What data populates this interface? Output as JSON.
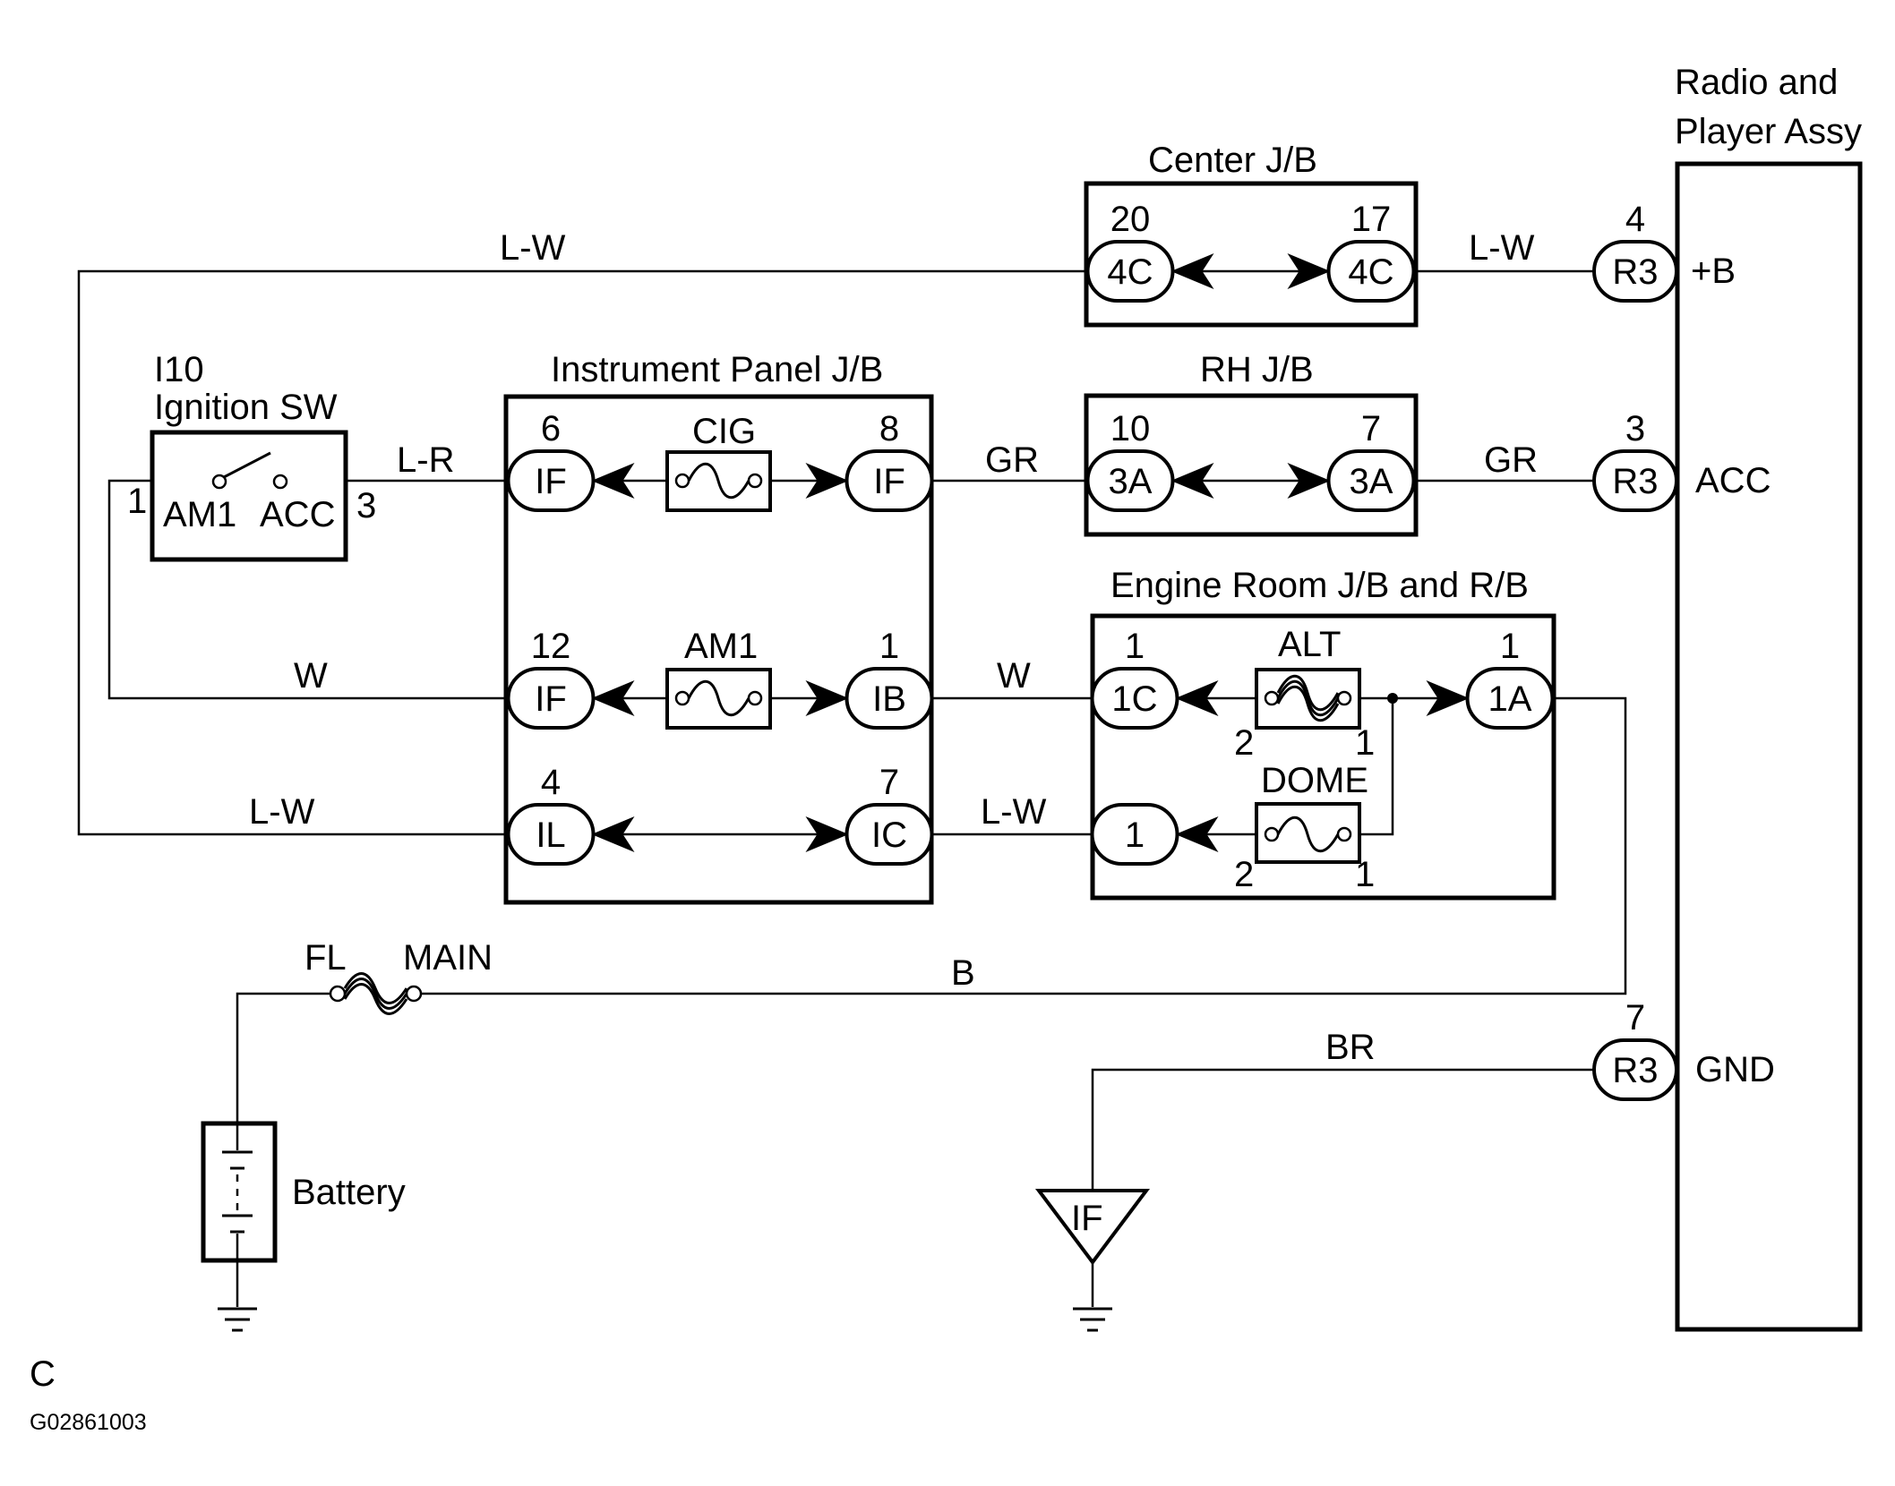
{
  "components": {
    "radio": {
      "title_line1": "Radio and",
      "title_line2": "Player Assy",
      "pin_b": "+B",
      "pin_acc": "ACC",
      "pin_gnd": "GND"
    },
    "center_jb": {
      "title": "Center J/B"
    },
    "rh_jb": {
      "title": "RH J/B"
    },
    "instrument_jb": {
      "title": "Instrument Panel J/B"
    },
    "engine_jb": {
      "title": "Engine Room J/B and R/B"
    },
    "ignition": {
      "id": "I10",
      "title": "Ignition SW",
      "am1": "AM1",
      "acc": "ACC",
      "pin1": "1",
      "pin3": "3"
    },
    "battery": {
      "label": "Battery"
    },
    "fl_main": {
      "fl": "FL",
      "main": "MAIN"
    }
  },
  "connectors": {
    "c_4c_20": {
      "pin": "20",
      "code": "4C"
    },
    "c_4c_17": {
      "pin": "17",
      "code": "4C"
    },
    "c_r3_4": {
      "pin": "4",
      "code": "R3"
    },
    "c_if_6": {
      "pin": "6",
      "code": "IF"
    },
    "c_if_8": {
      "pin": "8",
      "code": "IF"
    },
    "c_3a_10": {
      "pin": "10",
      "code": "3A"
    },
    "c_3a_7": {
      "pin": "7",
      "code": "3A"
    },
    "c_r3_3": {
      "pin": "3",
      "code": "R3"
    },
    "c_if_12": {
      "pin": "12",
      "code": "IF"
    },
    "c_ib_1": {
      "pin": "1",
      "code": "IB"
    },
    "c_1c_1": {
      "pin": "1",
      "code": "1C"
    },
    "c_1a_1": {
      "pin": "1",
      "code": "1A"
    },
    "c_il_4": {
      "pin": "4",
      "code": "IL"
    },
    "c_ic_7": {
      "pin": "7",
      "code": "IC"
    },
    "c_dome_1": {
      "code": "1"
    },
    "c_r3_7": {
      "pin": "7",
      "code": "R3"
    }
  },
  "fuses": {
    "cig": "CIG",
    "am1": "AM1",
    "alt": "ALT",
    "dome": "DOME"
  },
  "fuse_pins": {
    "alt_2": "2",
    "alt_1": "1",
    "dome_2": "2",
    "dome_1": "1"
  },
  "wires": {
    "lw_top_left": "L-W",
    "lw_top_right": "L-W",
    "lr": "L-R",
    "gr_mid": "GR",
    "gr_right": "GR",
    "w_left": "W",
    "w_mid": "W",
    "lw_low_left": "L-W",
    "lw_low_mid": "L-W",
    "b": "B",
    "br": "BR"
  },
  "ground": {
    "if_label": "IF"
  },
  "footer": {
    "letter": "C",
    "code": "G02861003"
  }
}
